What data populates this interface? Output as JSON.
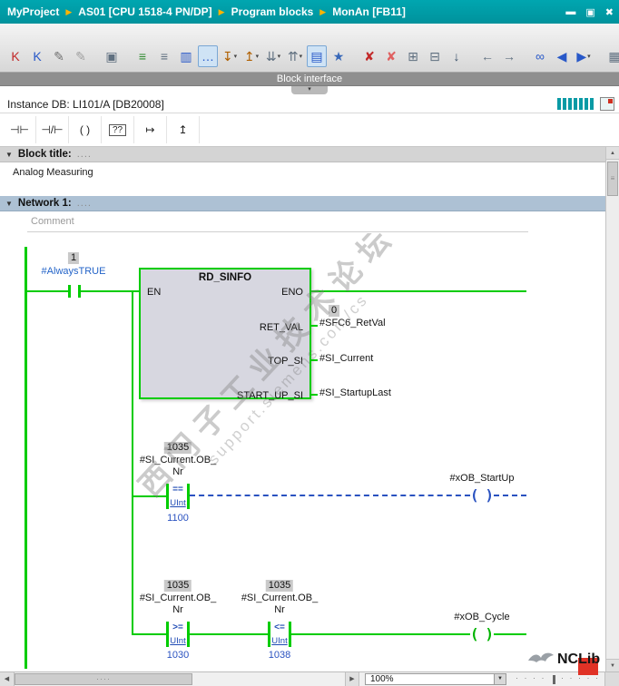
{
  "titlebar": {
    "items": [
      "MyProject",
      "AS01 [CPU 1518-4 PN/DP]",
      "Program blocks",
      "MonAn [FB11]"
    ],
    "separator": "▶",
    "controls": [
      {
        "name": "minimize-button",
        "glyph": "▬"
      },
      {
        "name": "restore-button",
        "glyph": "▣"
      },
      {
        "name": "close-button",
        "glyph": "✖"
      }
    ]
  },
  "toolbar": {
    "icons": [
      {
        "name": "update-interface-icon",
        "glyph": "K",
        "color": "#c22828"
      },
      {
        "name": "update-calls-icon",
        "glyph": "K",
        "color": "#2858c8"
      },
      {
        "name": "edit-rewire-icon",
        "glyph": "✎",
        "color": "#707070"
      },
      {
        "name": "edit-rename-icon",
        "glyph": "✎",
        "color": "#a0a0a0"
      },
      {
        "sep": true
      },
      {
        "name": "snapshot-icon",
        "glyph": "▣",
        "color": "#607080"
      },
      {
        "sep": true
      },
      {
        "name": "insert-network-icon",
        "glyph": "≡",
        "color": "#2e8b2e"
      },
      {
        "name": "insert-row-icon",
        "glyph": "≡",
        "color": "#607080"
      },
      {
        "name": "block-view-icon",
        "glyph": "▥",
        "color": "#2858c8"
      },
      {
        "name": "comment-bubble-icon",
        "glyph": "…",
        "color": "#2858c8",
        "pressed": true
      },
      {
        "name": "operand-insert-down-icon",
        "glyph": "↧",
        "color": "#b06000",
        "caret": true
      },
      {
        "name": "operand-insert-up-icon",
        "glyph": "↥",
        "color": "#b06000",
        "caret": true
      },
      {
        "name": "expand-operands-icon",
        "glyph": "⇊",
        "color": "#607080",
        "caret": true
      },
      {
        "name": "collapse-operands-icon",
        "glyph": "⇈",
        "color": "#607080",
        "caret": true
      },
      {
        "name": "favorites-view-icon",
        "glyph": "▤",
        "color": "#2858c8",
        "pressed": true
      },
      {
        "name": "favorites-edit-icon",
        "glyph": "★",
        "color": "#3868b8"
      },
      {
        "sep": true
      },
      {
        "name": "delete-external-icon",
        "glyph": "✘",
        "color": "#c22828"
      },
      {
        "name": "delete-all-icon",
        "glyph": "✘",
        "color": "#e06060"
      },
      {
        "name": "show-operands-icon",
        "glyph": "⊞",
        "color": "#607080"
      },
      {
        "name": "hide-operands-icon",
        "glyph": "⊟",
        "color": "#607080"
      },
      {
        "name": "download-icon",
        "glyph": "↓",
        "color": "#38506a"
      },
      {
        "sep": true
      },
      {
        "name": "goto-prev-icon",
        "glyph": "←",
        "color": "#607080"
      },
      {
        "name": "goto-next-icon",
        "glyph": "→",
        "color": "#607080"
      },
      {
        "sep": true
      },
      {
        "name": "monitor-glasses-icon",
        "glyph": "∞",
        "color": "#2858c8"
      },
      {
        "name": "nav-back-icon",
        "glyph": "◀",
        "color": "#2858c8"
      },
      {
        "name": "nav-forward-icon",
        "glyph": "▶",
        "color": "#2858c8",
        "caret": true
      },
      {
        "sep": true
      },
      {
        "name": "open-call-table-icon",
        "glyph": "▦",
        "color": "#607080"
      }
    ]
  },
  "block_interface": {
    "label": "Block interface"
  },
  "instance_db": {
    "label": "Instance DB: LI101/A [DB20008]",
    "indicator_count": 7
  },
  "palette": {
    "buttons": [
      {
        "name": "contact-no-button",
        "glyph": "⊣⊢"
      },
      {
        "name": "contact-nc-button",
        "glyph": "⊣/⊢"
      },
      {
        "name": "coil-button",
        "glyph": "( )"
      },
      {
        "name": "empty-box-button",
        "glyph": "??",
        "boxed": true
      },
      {
        "name": "open-branch-button",
        "glyph": "↦"
      },
      {
        "name": "close-branch-button",
        "glyph": "↥"
      }
    ]
  },
  "block_title": {
    "arrow": "▼",
    "label": "Block title:",
    "dots": "....",
    "value": "Analog Measuring"
  },
  "network1": {
    "arrow": "▼",
    "label": "Network 1:",
    "dots": "....",
    "comment": "Comment"
  },
  "ladder": {
    "rung1": {
      "monitor_value": "1",
      "contact_operand": "#AlwaysTRUE",
      "block_title": "RD_SINFO",
      "pin_en": "EN",
      "pin_eno": "ENO",
      "pin_ret_val": "RET_VAL",
      "pin_top_si": "TOP_SI",
      "pin_start_up_si": "START_UP_SI",
      "ret_val_value": "0",
      "ret_val_operand": "#SFC6_RetVal",
      "top_si_operand": "#SI_Current",
      "start_up_si_operand": "#SI_StartupLast"
    },
    "rung2": {
      "value": "1035",
      "operand1": "#SI_Current.OB_",
      "operand2": "Nr",
      "op": "==",
      "type": "UInt",
      "constant": "1100",
      "coil_operand": "#xOB_StartUp"
    },
    "rung3": {
      "cmp1_value": "1035",
      "cmp1_operand1": "#SI_Current.OB_",
      "cmp1_operand2": "Nr",
      "cmp1_op": ">=",
      "cmp1_type": "UInt",
      "cmp1_constant": "1030",
      "cmp2_value": "1035",
      "cmp2_operand1": "#SI_Current.OB_",
      "cmp2_operand2": "Nr",
      "cmp2_op": "<=",
      "cmp2_type": "UInt",
      "cmp2_constant": "1038",
      "coil_operand": "#xOB_Cycle"
    }
  },
  "watermark": {
    "line1": "西门子工业技术论坛",
    "line2": "support.siemens.com/cs"
  },
  "logo": {
    "text": "NCLib"
  },
  "status": {
    "zoom": "100%"
  },
  "colors": {
    "titlebar_teal": "#0099a3",
    "power_green": "#00cc00",
    "false_blue": "#2a52c0",
    "network_header": "#adc1d4",
    "monitor_value_bg": "#c9c9c9"
  }
}
